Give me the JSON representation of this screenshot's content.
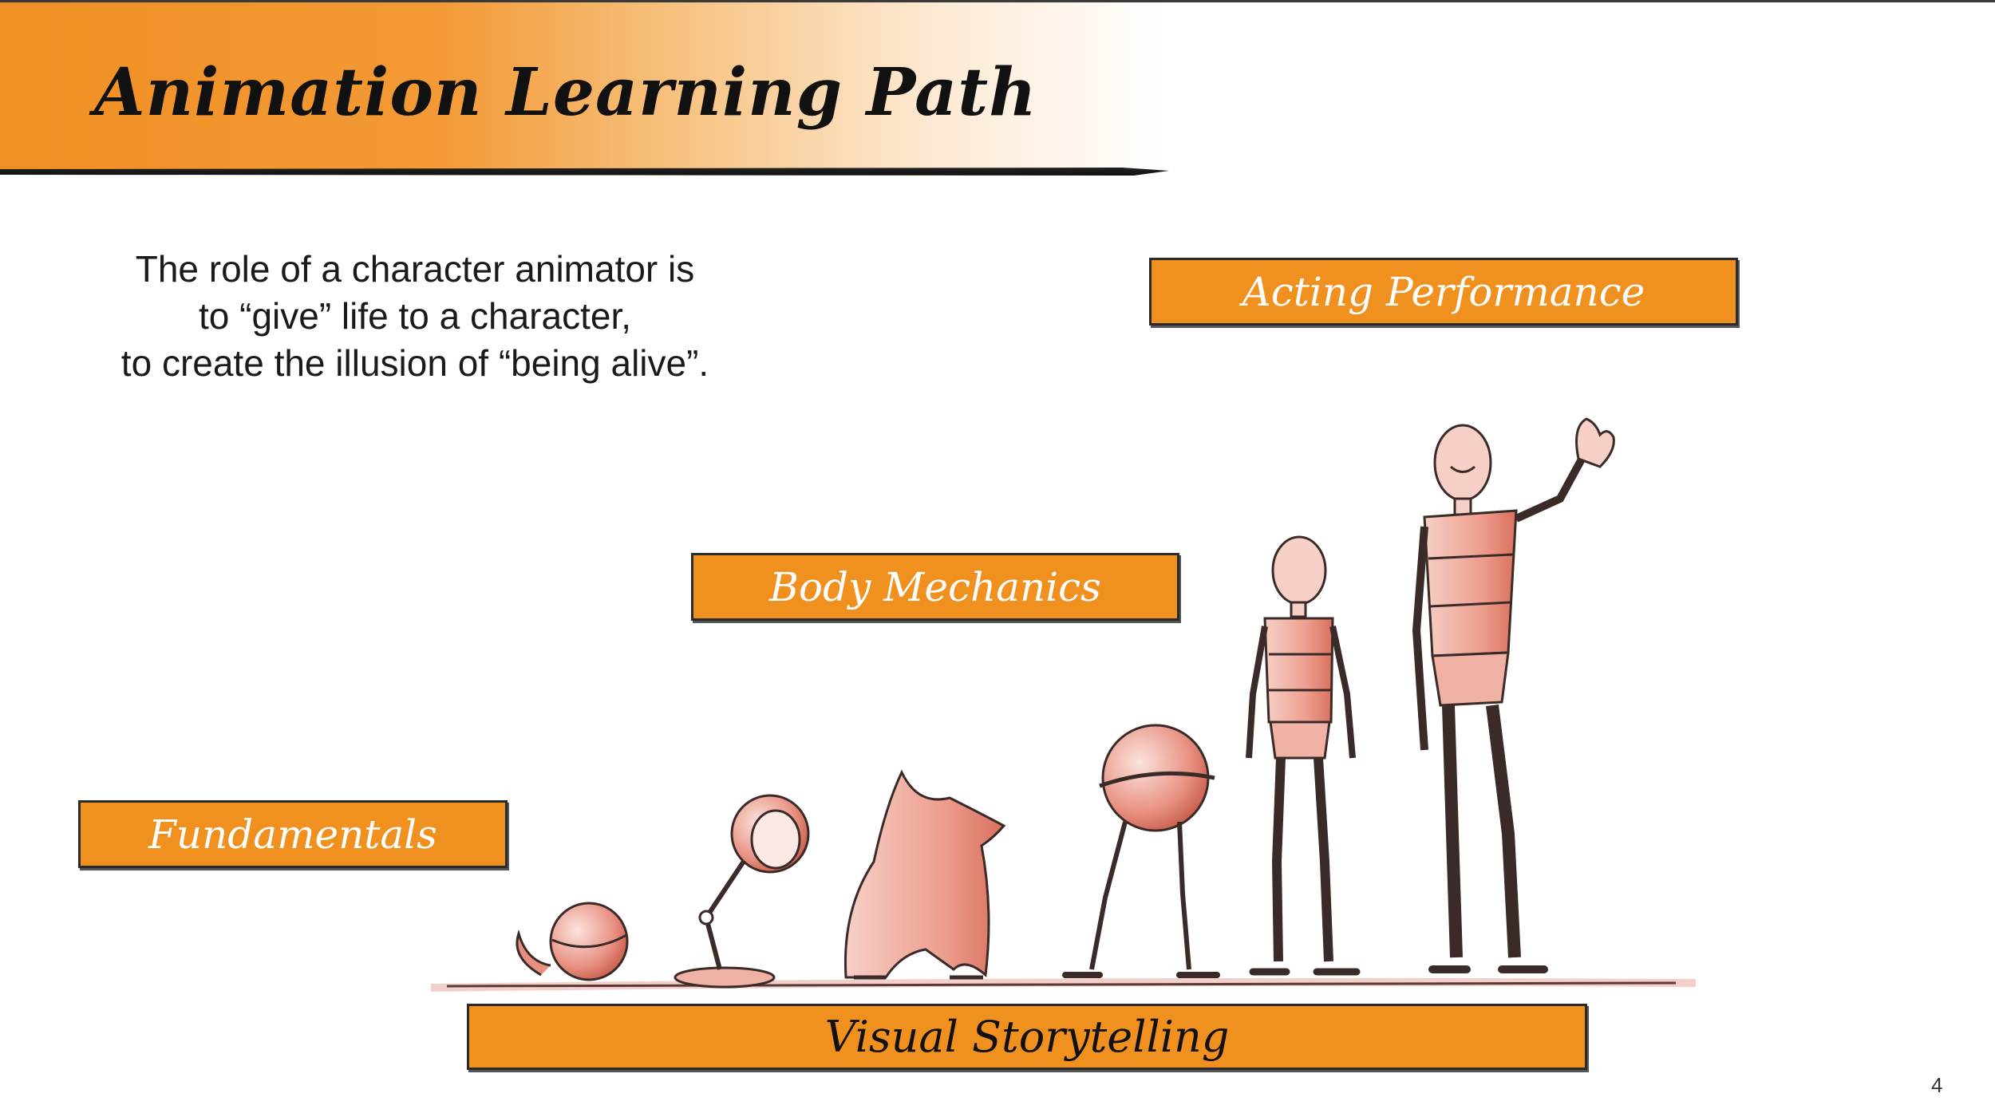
{
  "slide": {
    "title": "Animation Learning Path",
    "page_number": "4"
  },
  "intro": {
    "line1": "The role of a character animator is",
    "line2": "to “give” life to a character,",
    "line3": "to create the illusion of “being alive”."
  },
  "stages": {
    "acting": "Acting Performance",
    "body": "Body Mechanics",
    "fundamentals": "Fundamentals",
    "visual": "Visual Storytelling"
  },
  "colors": {
    "accent_orange": "#f0901f",
    "sketch_line": "#3a2a28",
    "sketch_shade": "#e47a6a"
  }
}
